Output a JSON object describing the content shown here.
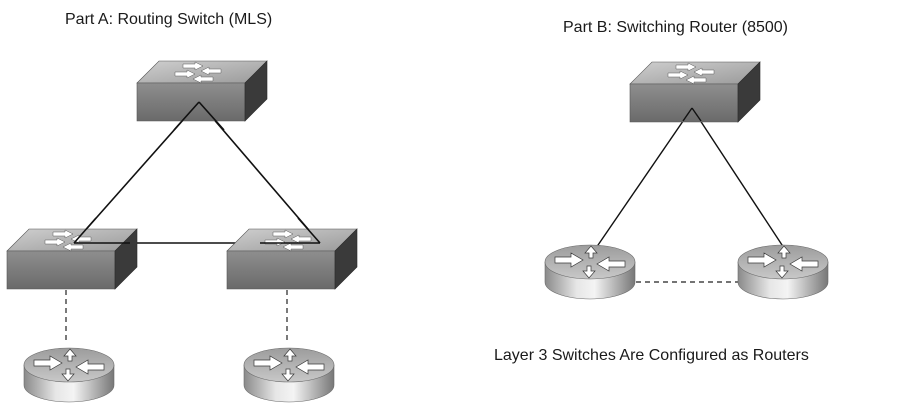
{
  "part_a": {
    "title": "Part A:  Routing Switch (MLS)"
  },
  "part_b": {
    "title": "Part B:  Switching Router (8500)",
    "caption": "Layer 3 Switches Are Configured as Routers"
  },
  "icons": {
    "switch": "layer3-switch-icon",
    "router": "router-icon"
  },
  "colors": {
    "switch_top": "#b3b3b3",
    "switch_front": "#7a7a7a",
    "switch_side": "#3d3d3d",
    "router_top": "#c4c4c4",
    "router_body": "#8c8c8c",
    "link": "#111111"
  }
}
